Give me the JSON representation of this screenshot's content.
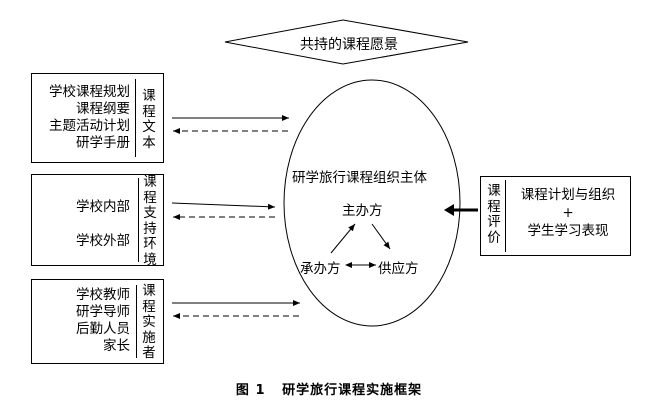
{
  "vision": "共持的课程愿景",
  "groups": [
    {
      "items": [
        "学校课程规划",
        "课程纲要",
        "主题活动计划",
        "研学手册"
      ],
      "label": [
        "课",
        "程",
        "文",
        "本"
      ]
    },
    {
      "items": [
        "学校内部",
        "学校外部"
      ],
      "label": [
        "课",
        "程",
        "支",
        "持",
        "环",
        "境"
      ]
    },
    {
      "items": [
        "学校教师",
        "研学导师",
        "后勤人员",
        "家长"
      ],
      "label": [
        "课",
        "程",
        "实",
        "施",
        "者"
      ]
    }
  ],
  "center": {
    "title": "研学旅行课程组织主体",
    "host": "主办方",
    "undertaker": "承办方",
    "supplier": "供应方"
  },
  "evaluation": {
    "label": [
      "课",
      "程",
      "评",
      "价"
    ],
    "line1": "课程计划与组织",
    "plus": "+",
    "line2": "学生学习表现"
  },
  "caption": "图 1   研学旅行课程实施框架"
}
